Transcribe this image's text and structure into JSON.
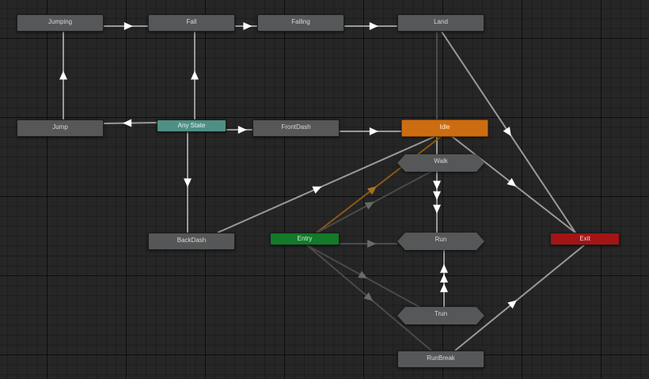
{
  "graph": {
    "states": [
      {
        "id": "jumping",
        "label": "Jumping",
        "kind": "normal"
      },
      {
        "id": "fall",
        "label": "Fall",
        "kind": "normal"
      },
      {
        "id": "falling",
        "label": "Falling",
        "kind": "normal"
      },
      {
        "id": "land",
        "label": "Land",
        "kind": "normal"
      },
      {
        "id": "jump",
        "label": "Jump",
        "kind": "normal"
      },
      {
        "id": "any-state",
        "label": "Any State",
        "kind": "any"
      },
      {
        "id": "frontdash",
        "label": "FrontDash",
        "kind": "normal"
      },
      {
        "id": "idle",
        "label": "Idle",
        "kind": "default"
      },
      {
        "id": "walk",
        "label": "Walk",
        "kind": "blend"
      },
      {
        "id": "backdash",
        "label": "BackDash",
        "kind": "normal"
      },
      {
        "id": "entry",
        "label": "Entry",
        "kind": "entry"
      },
      {
        "id": "run",
        "label": "Run",
        "kind": "blend"
      },
      {
        "id": "exit",
        "label": "Exit",
        "kind": "exit"
      },
      {
        "id": "trun",
        "label": "Trun",
        "kind": "blend"
      },
      {
        "id": "runbreak",
        "label": "RunBreak",
        "kind": "normal"
      }
    ],
    "colors": {
      "transition": "#9a9a9a",
      "entry_default_transition": "#8a5a10",
      "dim_transition": "#4a4a4a",
      "arrow": "#ffffff"
    }
  }
}
